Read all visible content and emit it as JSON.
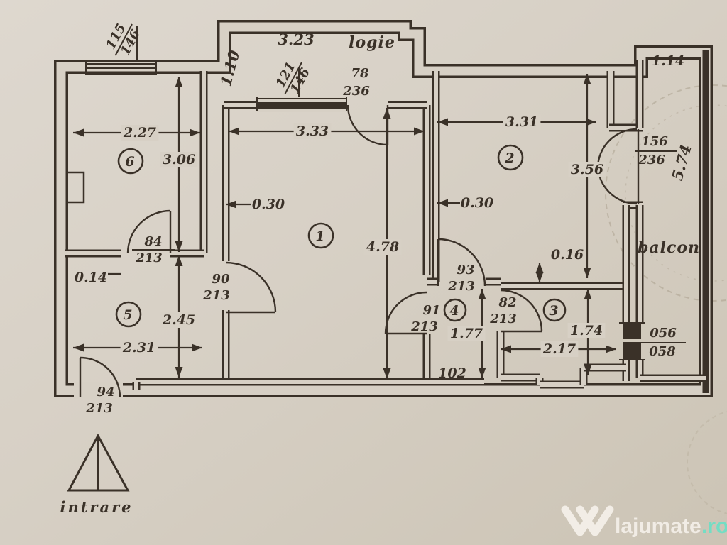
{
  "plan": {
    "rooms": [
      {
        "number": "1"
      },
      {
        "number": "2"
      },
      {
        "number": "3"
      },
      {
        "number": "4"
      },
      {
        "number": "5"
      },
      {
        "number": "6"
      }
    ],
    "area_labels": {
      "loggia": "logie",
      "balcony": "balcon",
      "entrance": "intrare"
    },
    "dimensions": {
      "d323": "3.23",
      "d110": "1.10",
      "d114": "1.14",
      "d227": "2.27",
      "d333": "3.33",
      "d331": "3.31",
      "d306": "3.06",
      "d356": "3.56",
      "d574": "5.74",
      "d030L": "0.30",
      "d030R": "0.30",
      "d478": "4.78",
      "d014": "0.14",
      "d016": "0.16",
      "d245": "2.45",
      "d231": "2.31",
      "d177": "1.77",
      "d174": "1.74",
      "d217": "2.17",
      "d102": "102"
    },
    "openings": {
      "f115": {
        "w": "115",
        "h": "146"
      },
      "f121": {
        "w": "121",
        "h": "146"
      },
      "f78": {
        "w": "78",
        "h": "236"
      },
      "f156": {
        "w": "156",
        "h": "236"
      },
      "f84": {
        "w": "84",
        "h": "213"
      },
      "f90": {
        "w": "90",
        "h": "213"
      },
      "f93": {
        "w": "93",
        "h": "213"
      },
      "f91": {
        "w": "91",
        "h": "213"
      },
      "f82": {
        "w": "82",
        "h": "213"
      },
      "f94": {
        "w": "94",
        "h": "213"
      },
      "f056": {
        "w": "056",
        "h": "058"
      }
    }
  },
  "watermark": {
    "brand": "lajumate",
    "tld": ".ro"
  },
  "colors": {
    "paper": "#d7d0c5",
    "ink": "#3a3128",
    "stamp": "#8a7d66",
    "watermark_text": "#f3efe8",
    "watermark_accent": "#6fdfc5"
  }
}
